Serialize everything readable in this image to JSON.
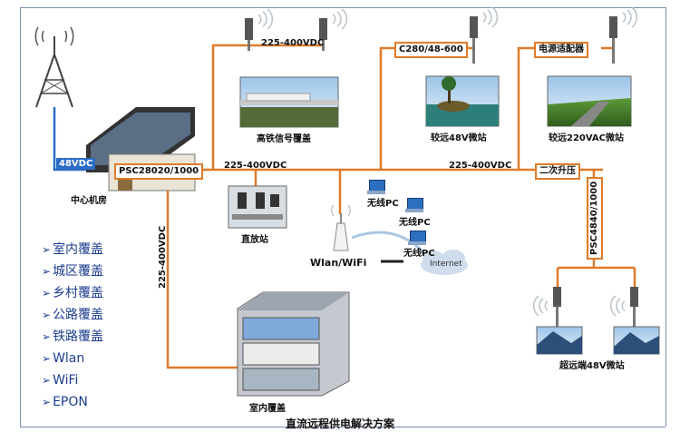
{
  "title": "直流远程供电解决方案",
  "center_room": {
    "label": "中心机房",
    "power_box": "PSC28020/1000",
    "input": "48VDC"
  },
  "links": {
    "top_left": "225-400VDC",
    "main_left": "225-400VDC",
    "main_right": "225-400VDC",
    "vertical_left": "225-400VDC",
    "converter": "C280/48-600",
    "adapter": "电源适配器",
    "second_boost": "二次升压",
    "psc_right": "PSC4840/1000"
  },
  "sites": {
    "railway": "高铁信号覆盖",
    "far48": "较远48V微站",
    "far220": "较远220VAC微站",
    "repeater": "直放站",
    "wlan": "Wlan/WiFi",
    "indoor": "室内覆盖",
    "ultrafar": "超远端48V微站",
    "internet": "Internet"
  },
  "pcs": [
    "无线PC",
    "无线PC",
    "无线PC"
  ],
  "coverage": [
    "室内覆盖",
    "城区覆盖",
    "乡村覆盖",
    "公路覆盖",
    "铁路覆盖",
    "Wlan",
    "WiFi",
    "EPON"
  ],
  "colors": {
    "line": "#e07b2a",
    "blue": "#2b6cc4",
    "list": "#1b3d8f"
  }
}
